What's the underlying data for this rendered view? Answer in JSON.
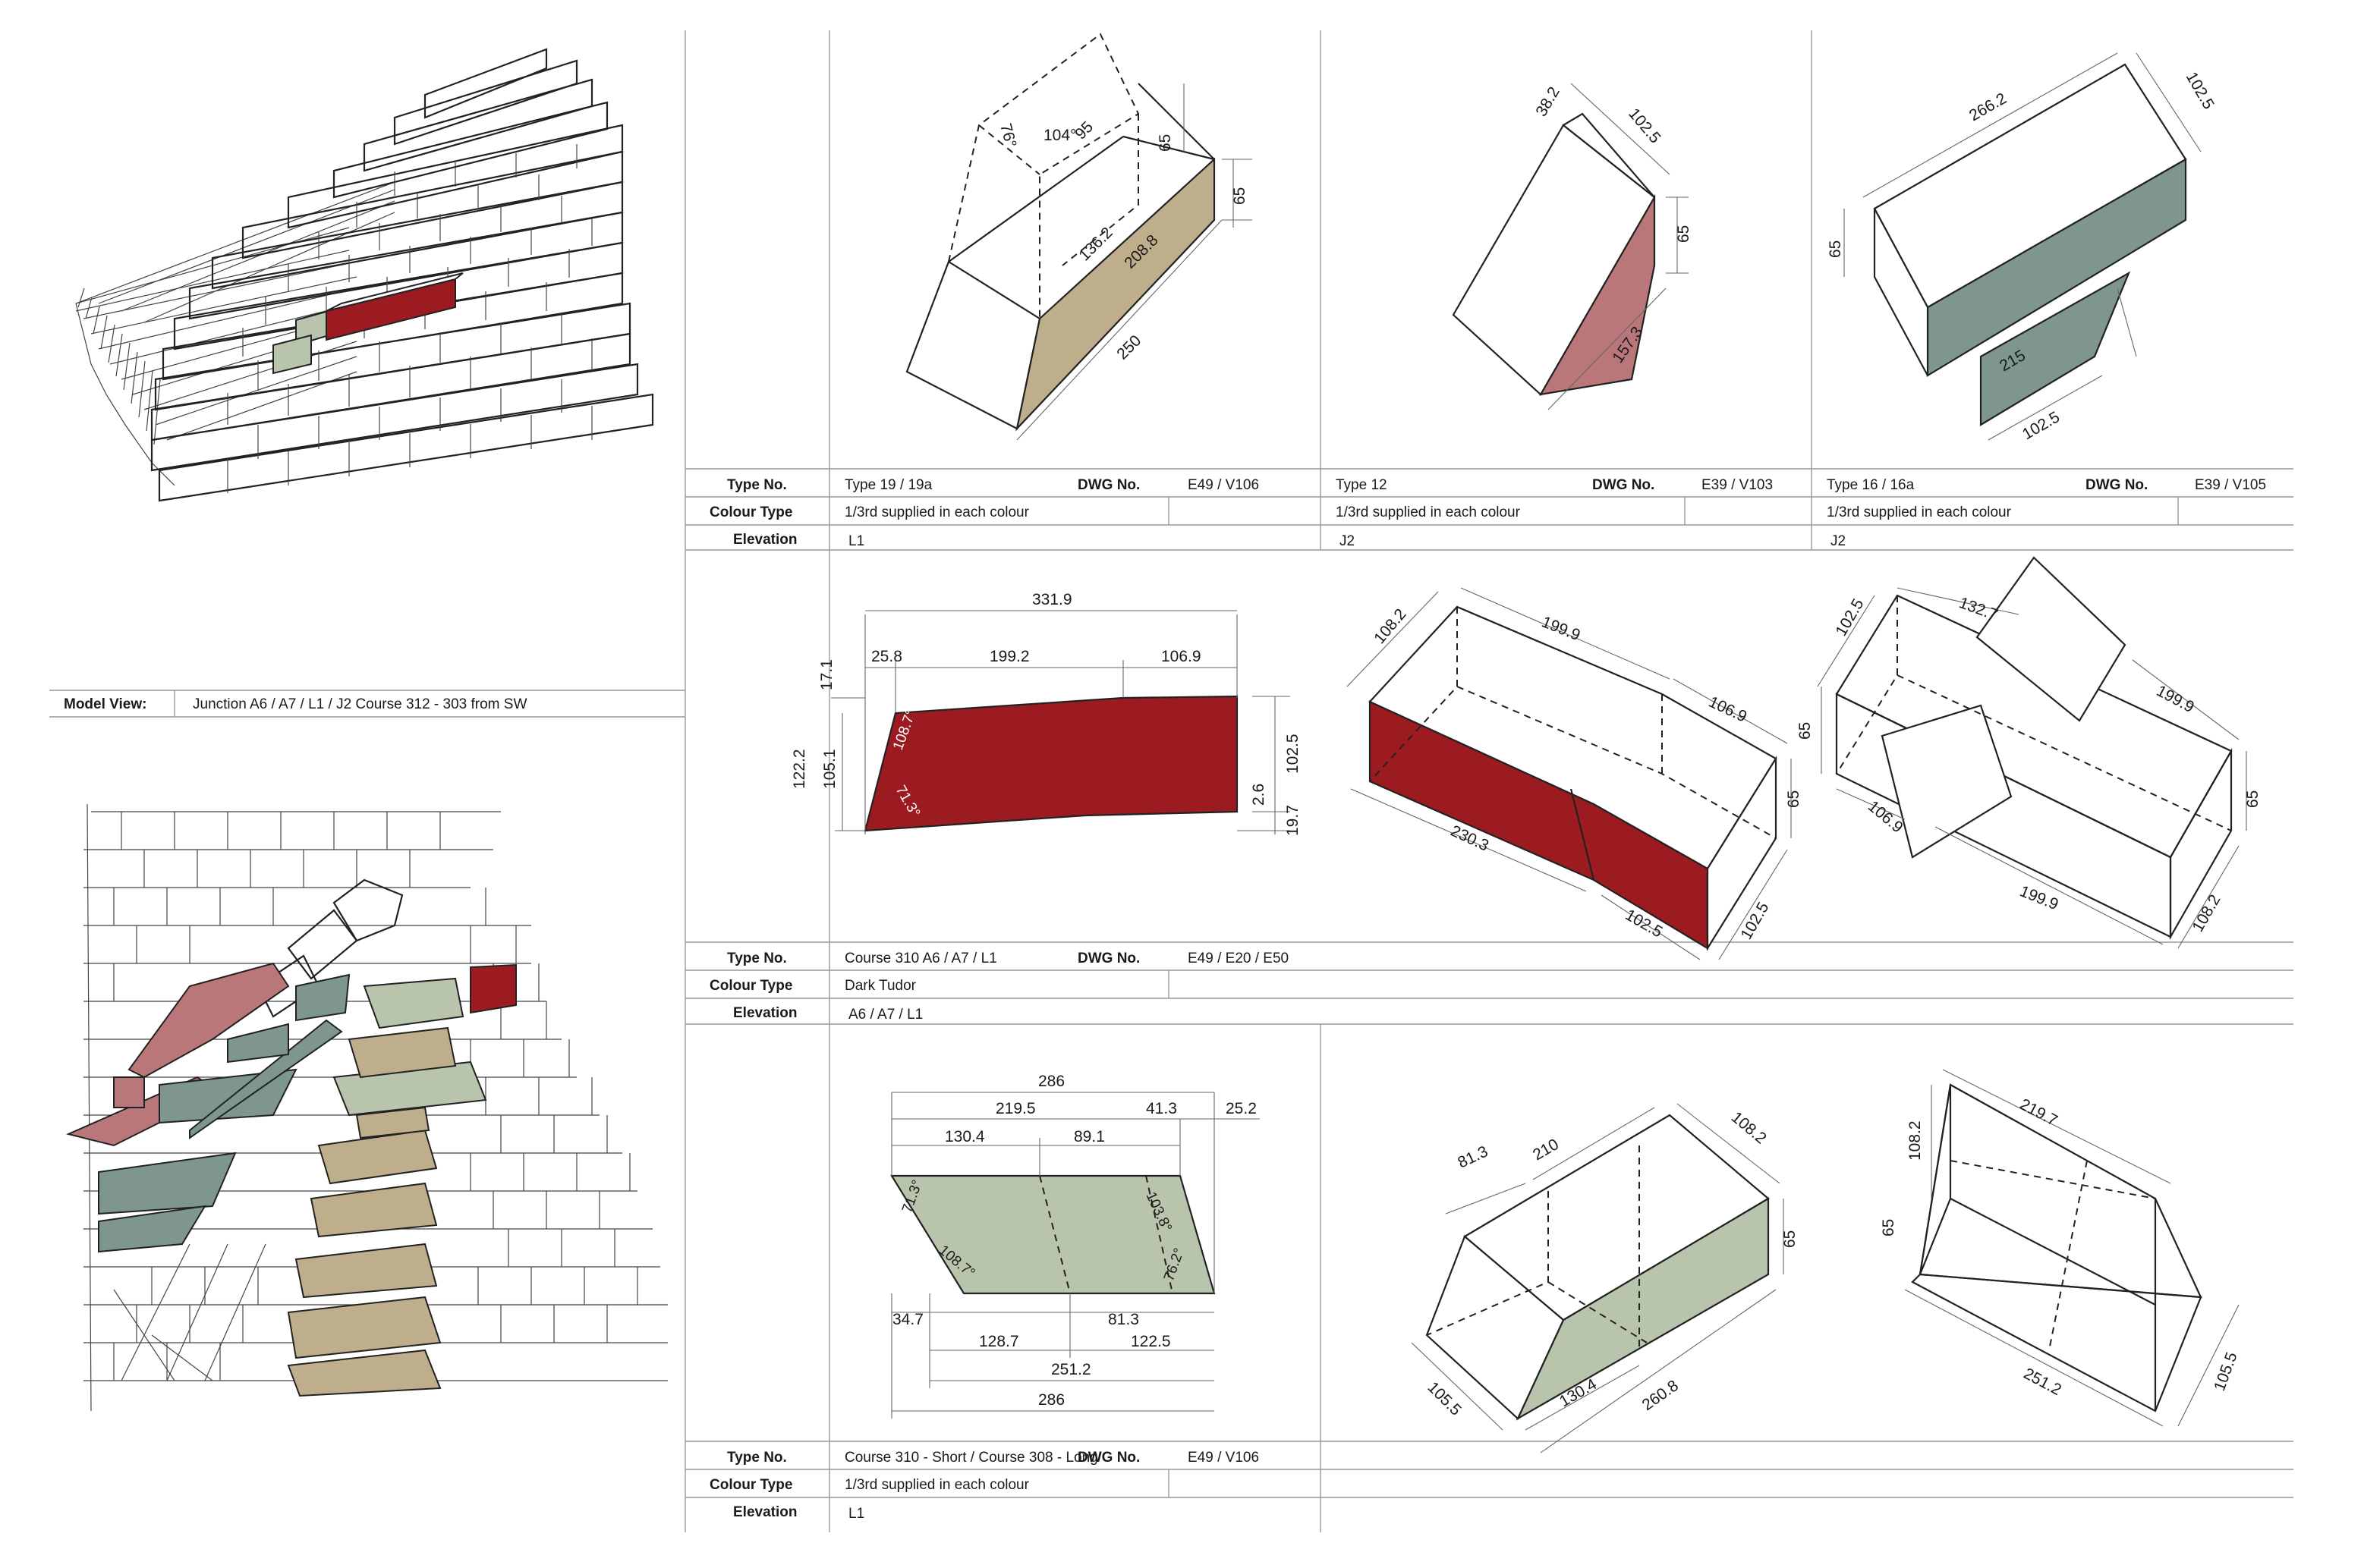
{
  "colors": {
    "red": "#9b1b20",
    "rose": "#b9777a",
    "teal": "#7f9690",
    "sage": "#b8c4ab",
    "tan": "#bfae8c",
    "line": "#222222",
    "rule": "#999999"
  },
  "model_view": {
    "label": "Model View:",
    "value": "Junction A6 / A7 / L1 / J2 Course 312 - 303 from SW"
  },
  "row_labels": {
    "type_no": "Type No.",
    "colour_type": "Colour Type",
    "elevation": "Elevation",
    "dwg_no": "DWG No."
  },
  "sections": [
    {
      "panels": [
        {
          "type": "Type 19 / 19a",
          "dwg": "E49 / V106",
          "colour": "1/3rd supplied in each colour",
          "elevation": "L1"
        },
        {
          "type": "Type 12",
          "dwg": "E39 / V103",
          "colour": "1/3rd supplied in each colour",
          "elevation": "J2"
        },
        {
          "type": "Type 16 / 16a",
          "dwg": "E39 / V105",
          "colour": "1/3rd supplied in each colour",
          "elevation": "J2"
        }
      ]
    },
    {
      "type": "Course 310 A6 / A7 / L1",
      "dwg": "E49 / E20 / E50",
      "colour": "Dark Tudor",
      "elevation": "A6 / A7 / L1"
    },
    {
      "type": "Course 310 - Short / Course 308 - Long",
      "dwg": "E49 / V106",
      "colour": "1/3rd supplied in each colour",
      "elevation": "L1"
    }
  ],
  "dims": {
    "t19": {
      "a": "76°",
      "b": "104°",
      "c": "95",
      "d": "65",
      "e": "65",
      "f": "136.2",
      "g": "208.8",
      "h": "250"
    },
    "t12": {
      "a": "38.2",
      "b": "102.5",
      "c": "65",
      "d": "157.3"
    },
    "t16": {
      "a": "266.2",
      "b": "102.5",
      "c": "65",
      "d": "215",
      "e": "102.5"
    },
    "c310e": {
      "w": "331.9",
      "a": "25.8",
      "b": "199.2",
      "c": "106.9",
      "h1": "17.1",
      "h2": "122.2",
      "h3": "105.1",
      "ang1": "108.7°",
      "ang2": "71.3°",
      "r1": "102.5",
      "r2": "2.6",
      "r3": "19.7"
    },
    "c310i": {
      "a": "108.2",
      "b": "199.9",
      "c": "106.9",
      "d": "230.3",
      "e": "102.5",
      "f": "102.5",
      "g": "65"
    },
    "c310j": {
      "a": "102.5",
      "b": "132.7",
      "c": "199.9",
      "d": "65",
      "e": "106.9",
      "f": "199.9",
      "g": "65",
      "h": "108.2"
    },
    "c308e": {
      "top": "286",
      "a": "219.5",
      "b": "41.3",
      "c": "25.2",
      "d": "130.4",
      "e": "89.1",
      "ang1": "71.3°",
      "ang2": "108.7°",
      "ang3": "103.8°",
      "ang4": "76.2°",
      "f": "34.7",
      "g": "81.3",
      "h": "128.7",
      "i": "122.5",
      "j": "251.2",
      "bot": "286"
    },
    "c308i": {
      "a": "81.3",
      "b": "210",
      "c": "108.2",
      "d": "65",
      "e": "105.5",
      "f": "130.4",
      "g": "260.8"
    },
    "c308j": {
      "a": "219.7",
      "b": "108.2",
      "c": "65",
      "d": "251.2",
      "e": "105.5"
    }
  }
}
